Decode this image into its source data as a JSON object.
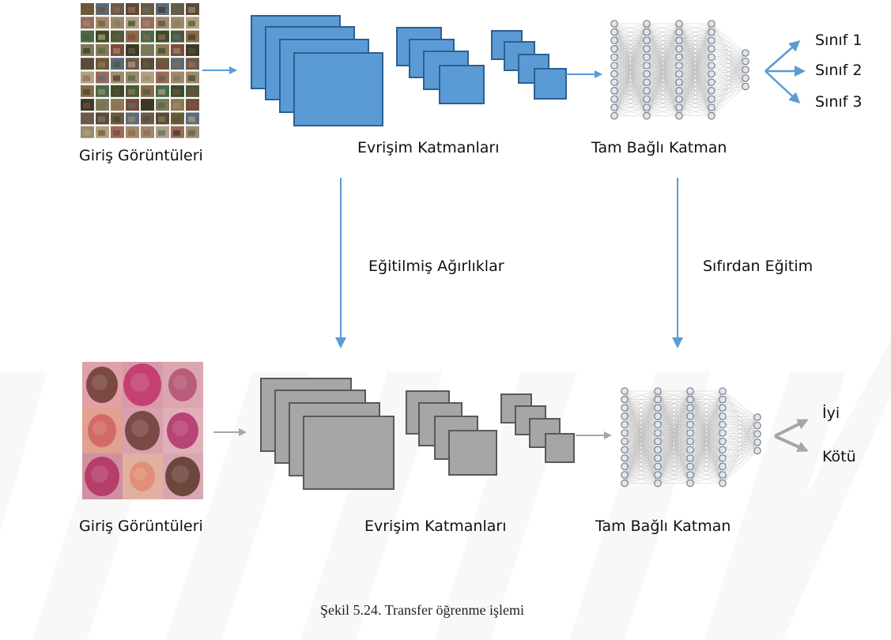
{
  "top": {
    "input_label": "Giriş Görüntüleri",
    "conv_label": "Evrişim Katmanları",
    "fc_label": "Tam Bağlı Katman",
    "classes": [
      "Sınıf 1",
      "Sınıf 2",
      "Sınıf 3"
    ],
    "color": "#5b9bd5",
    "stroke": "#2e5f8f"
  },
  "middle": {
    "weights_label": "Eğitilmiş Ağırlıklar",
    "scratch_label": "Sıfırdan Eğitim",
    "arrow_color": "#5b9bd5"
  },
  "bottom": {
    "input_label": "Giriş Görüntüleri",
    "conv_label": "Evrişim Katmanları",
    "fc_label": "Tam Bağlı Katman",
    "classes": [
      "İyi",
      "Kötü"
    ],
    "color": "#a6a6a6",
    "stroke": "#595959"
  },
  "caption": "Şekil 5.24. Transfer öğrenme işlemi"
}
